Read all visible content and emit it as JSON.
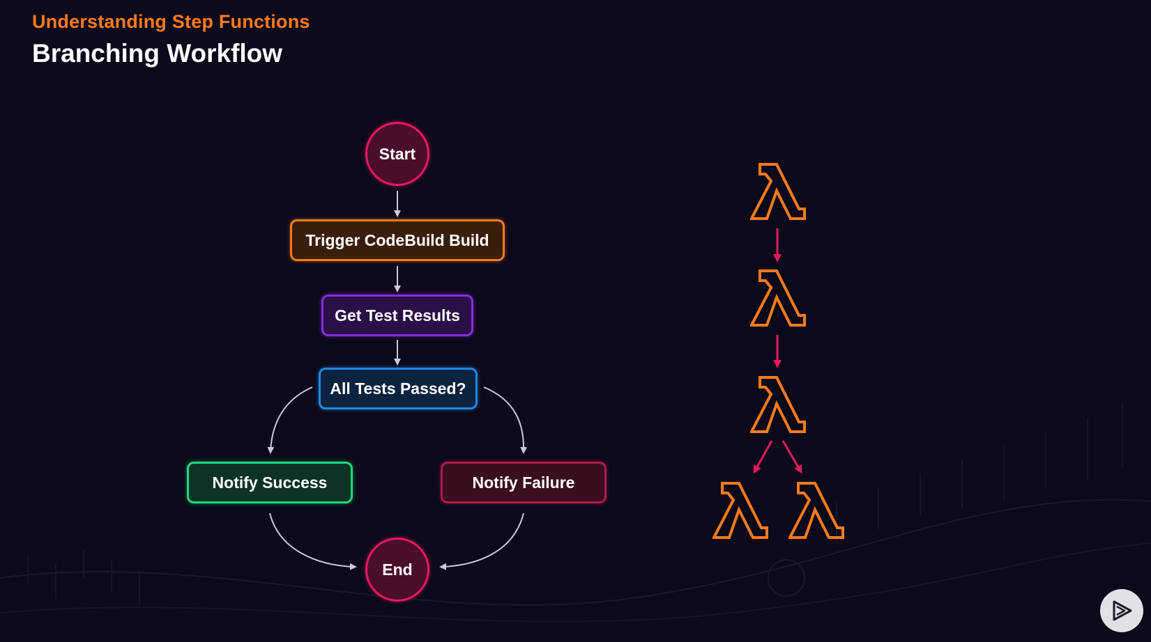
{
  "header": {
    "kicker": "Understanding Step Functions",
    "title": "Branching Workflow"
  },
  "workflow": {
    "start": "Start",
    "trigger": "Trigger CodeBuild Build",
    "get_results": "Get Test Results",
    "decision": "All Tests Passed?",
    "success": "Notify Success",
    "failure": "Notify Failure",
    "end": "End"
  },
  "colors": {
    "background": "#0b0a1a",
    "accent_orange": "#ff7a1a",
    "pink": "#e8185f",
    "purple": "#8a2be2",
    "blue": "#1e88e5",
    "green": "#1ed97a",
    "maroon": "#b01c48",
    "arrow": "#c9cbd6"
  },
  "icons": {
    "lambda": "lambda-icon",
    "play": "play-icon"
  }
}
